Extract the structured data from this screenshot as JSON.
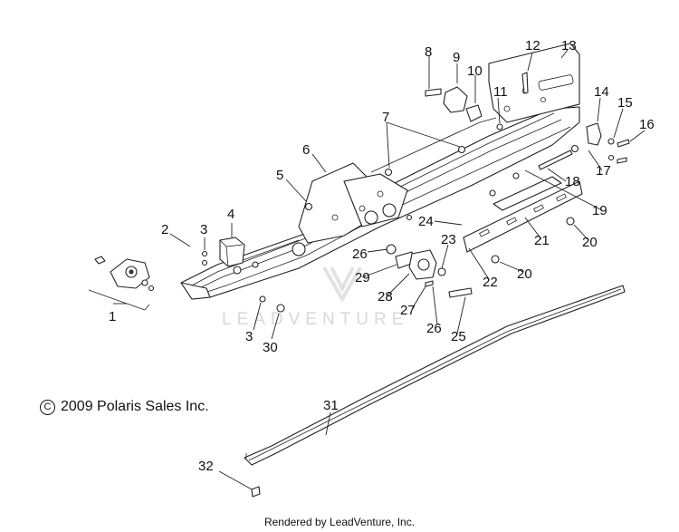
{
  "diagram": {
    "callouts": [
      "1",
      "2",
      "3",
      "4",
      "5",
      "6",
      "7",
      "8",
      "9",
      "10",
      "11",
      "12",
      "13",
      "14",
      "15",
      "16",
      "17",
      "18",
      "19",
      "20",
      "21",
      "22",
      "23",
      "24",
      "25",
      "26",
      "27",
      "28",
      "29",
      "30",
      "31",
      "32"
    ],
    "repeated_callouts": {
      "3b": "3",
      "20b": "20",
      "26b": "26"
    }
  },
  "copyright": {
    "symbol": "C",
    "text": "2009 Polaris Sales Inc."
  },
  "watermark": {
    "text": "LEADVENTURE"
  },
  "footer": {
    "text": "Rendered by LeadVenture, Inc."
  }
}
